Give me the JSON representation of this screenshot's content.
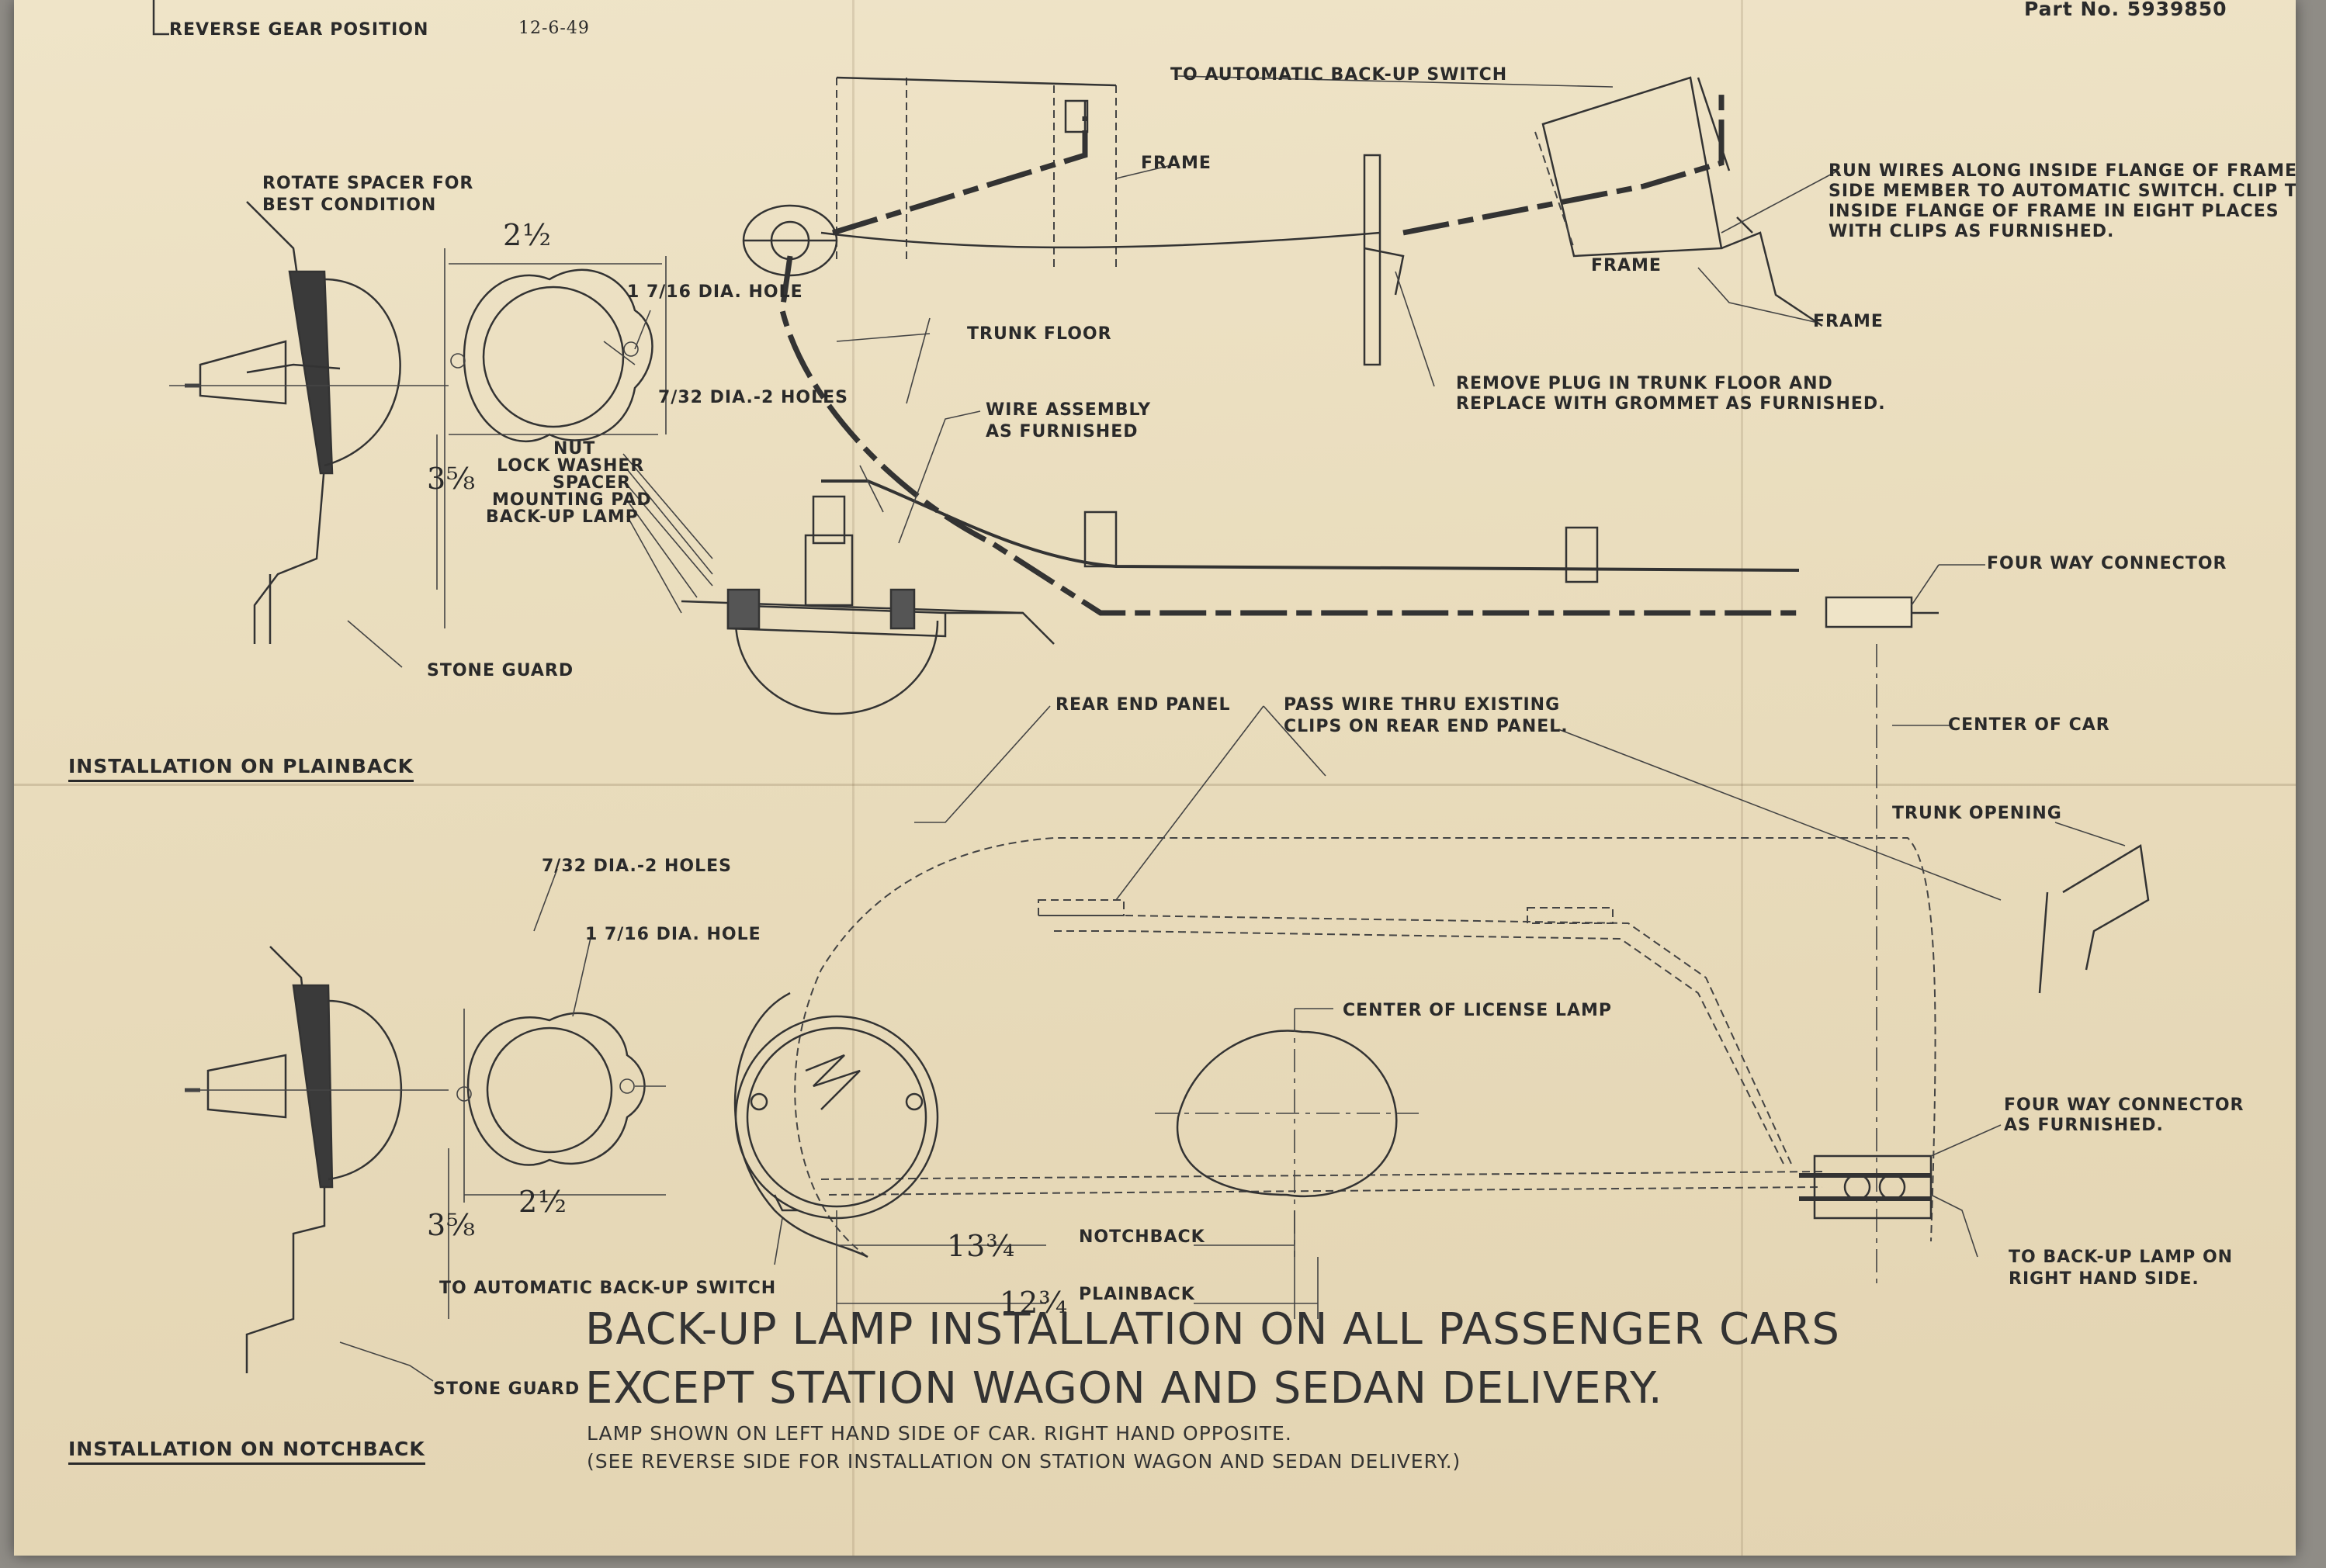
{
  "header": {
    "reverse_gear": "REVERSE GEAR POSITION",
    "date": "12-6-49",
    "part_number": "Part No. 5939850"
  },
  "plainback": {
    "rotate_spacer": "ROTATE SPACER FOR",
    "best_condition": "BEST CONDITION",
    "dim_width": "2½",
    "hole_large": "1 7/16 DIA. HOLE",
    "hole_small": "7/32 DIA.-2 HOLES",
    "dim_height": "3⅝",
    "parts": [
      "NUT",
      "LOCK WASHER",
      "SPACER",
      "MOUNTING PAD",
      "BACK-UP LAMP"
    ],
    "stone_guard": "STONE GUARD",
    "heading": "INSTALLATION ON PLAINBACK"
  },
  "top": {
    "auto_switch": "TO AUTOMATIC BACK-UP SWITCH",
    "frame": "FRAME",
    "trunk_floor": "TRUNK FLOOR",
    "run_wires": [
      "RUN WIRES ALONG INSIDE FLANGE OF FRAME",
      "SIDE MEMBER TO AUTOMATIC SWITCH. CLIP TO",
      "INSIDE FLANGE OF FRAME IN EIGHT PLACES",
      "WITH CLIPS AS FURNISHED."
    ],
    "frame_a": "FRAME",
    "frame_b": "FRAME",
    "remove_plug": [
      "REMOVE PLUG IN TRUNK FLOOR AND",
      "REPLACE WITH GROMMET AS FURNISHED."
    ],
    "wire_assembly": [
      "WIRE ASSEMBLY",
      "AS FURNISHED"
    ],
    "four_way": "FOUR WAY CONNECTOR",
    "rear_end_panel": "REAR END PANEL",
    "pass_wire": [
      "PASS WIRE THRU EXISTING",
      "CLIPS ON REAR END PANEL."
    ],
    "center_of_car": "CENTER OF CAR",
    "trunk_opening": "TRUNK OPENING"
  },
  "notchback": {
    "hole_small": "7/32 DIA.-2 HOLES",
    "hole_large": "1 7/16 DIA. HOLE",
    "center_license": "CENTER OF LICENSE LAMP",
    "four_way_furnished": [
      "FOUR WAY CONNECTOR",
      "AS FURNISHED."
    ],
    "dim_height": "3⅝",
    "dim_width": "2½",
    "dim_notch": "13¾",
    "notchback_label": "NOTCHBACK",
    "to_right_lamp": [
      "TO BACK-UP LAMP ON",
      "RIGHT HAND SIDE."
    ],
    "auto_switch": "TO AUTOMATIC BACK-UP SWITCH",
    "dim_plain": "12¾",
    "plainback_label": "PLAINBACK",
    "stone_guard": "STONE GUARD",
    "heading": "INSTALLATION ON NOTCHBACK"
  },
  "title": {
    "line1": "BACK-UP LAMP INSTALLATION ON ALL PASSENGER CARS",
    "line2": "EXCEPT STATION WAGON AND SEDAN DELIVERY.",
    "note1": "LAMP SHOWN ON LEFT HAND SIDE OF CAR.  RIGHT HAND OPPOSITE.",
    "note2": "(SEE REVERSE SIDE FOR INSTALLATION ON STATION WAGON AND SEDAN DELIVERY.)"
  }
}
